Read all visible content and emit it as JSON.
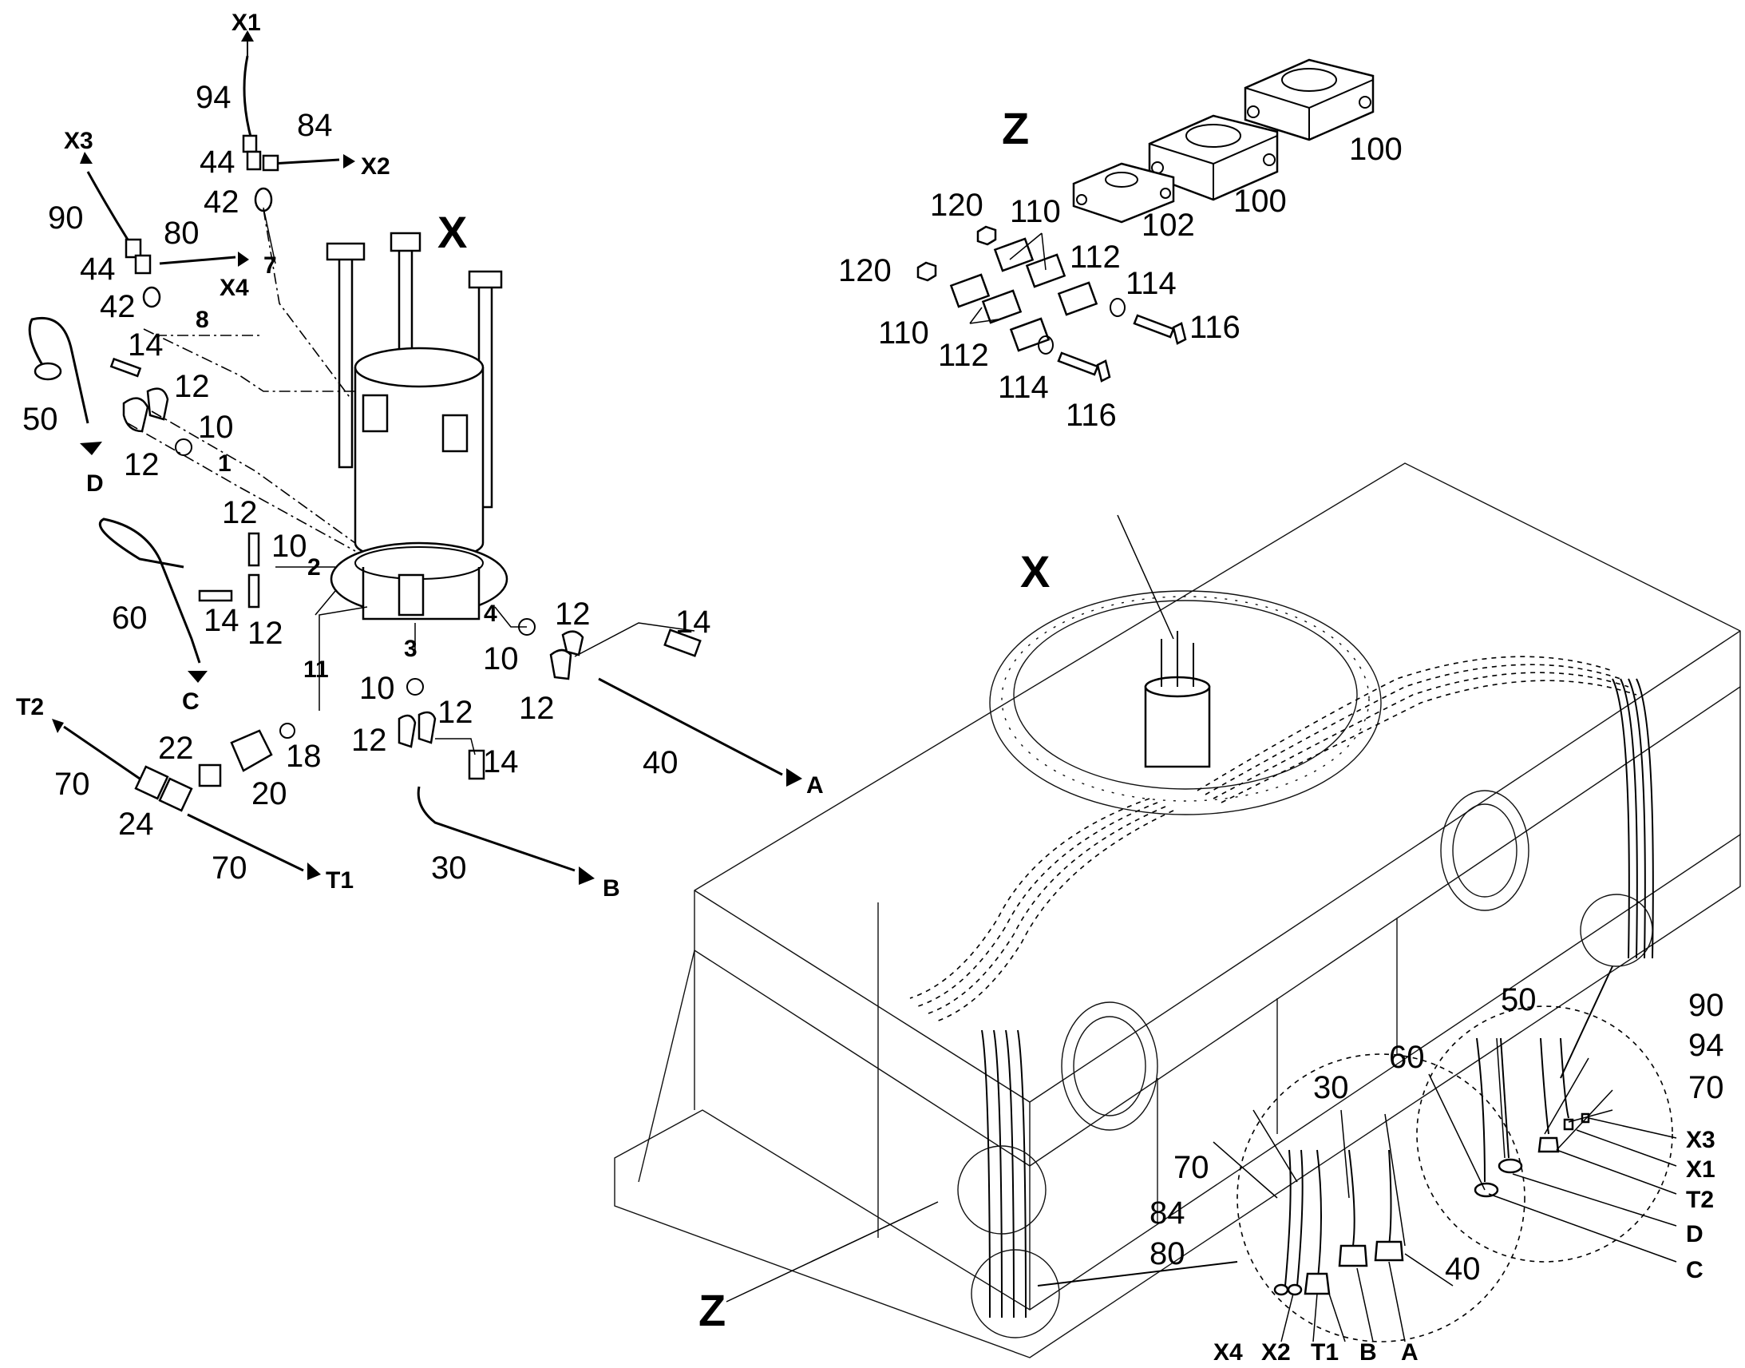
{
  "diagram": {
    "detail_labels": [
      "X",
      "Z",
      "X",
      "Z"
    ],
    "part_numbers": [
      "1",
      "2",
      "3",
      "4",
      "7",
      "8",
      "10",
      "11",
      "12",
      "14",
      "18",
      "20",
      "22",
      "24",
      "30",
      "40",
      "42",
      "44",
      "50",
      "60",
      "70",
      "80",
      "84",
      "90",
      "94",
      "100",
      "102",
      "110",
      "112",
      "114",
      "116",
      "120"
    ],
    "connection_labels": [
      "X1",
      "X2",
      "X3",
      "X4",
      "A",
      "B",
      "C",
      "D",
      "T1",
      "T2"
    ]
  }
}
